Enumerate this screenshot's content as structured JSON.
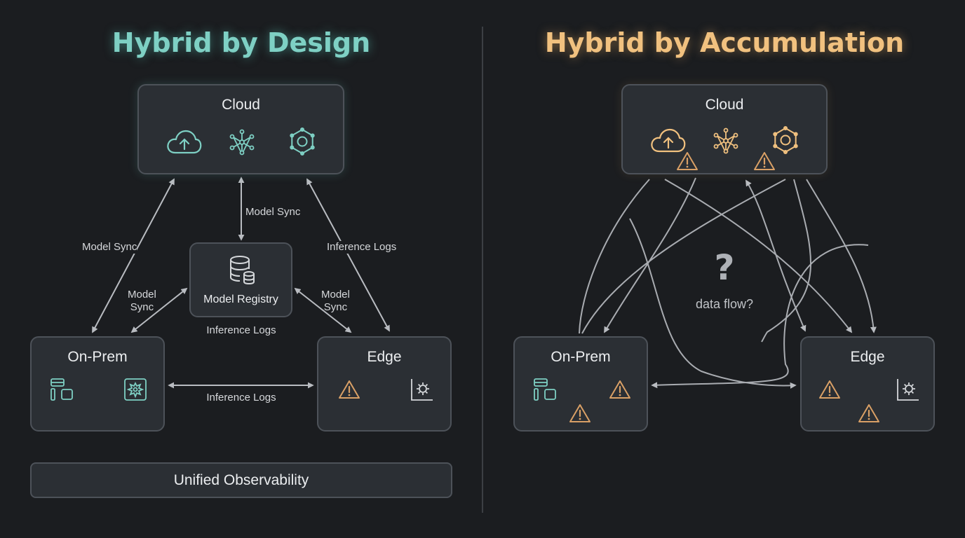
{
  "left_panel": {
    "title": "Hybrid by Design",
    "cloud_label": "Cloud",
    "registry_label": "Model Registry",
    "onprem_label": "On-Prem",
    "edge_label": "Edge",
    "observability_label": "Unified Observability",
    "edges": {
      "cloud_onprem": "Model Sync",
      "cloud_registry": "Model Sync",
      "cloud_edge": "Inference Logs",
      "registry_onprem_line1": "Model",
      "registry_onprem_line2": "Sync",
      "registry_edge_line1": "Model",
      "registry_edge_line2": "Sync",
      "registry_below": "Inference Logs",
      "onprem_edge": "Inference Logs"
    }
  },
  "right_panel": {
    "title": "Hybrid by Accumulation",
    "cloud_label": "Cloud",
    "onprem_label": "On-Prem",
    "edge_label": "Edge",
    "question_mark": "?",
    "question_text": "data flow?"
  },
  "colors": {
    "background": "#1b1d20",
    "box_fill": "#2b2f34",
    "box_border": "#4d5259",
    "teal_accent": "#7ed0c4",
    "amber_accent": "#f1c17f",
    "warning": "#d9a066",
    "arrow": "#b9bcc1"
  },
  "icons": {
    "cloud_upload": "cloud-upload-icon",
    "network": "network-node-icon",
    "gear": "gear-icon",
    "database": "database-icon",
    "server": "server-rack-icon",
    "chip": "chip-icon",
    "analytics": "analytics-chart-icon",
    "warning": "warning-triangle-icon"
  }
}
